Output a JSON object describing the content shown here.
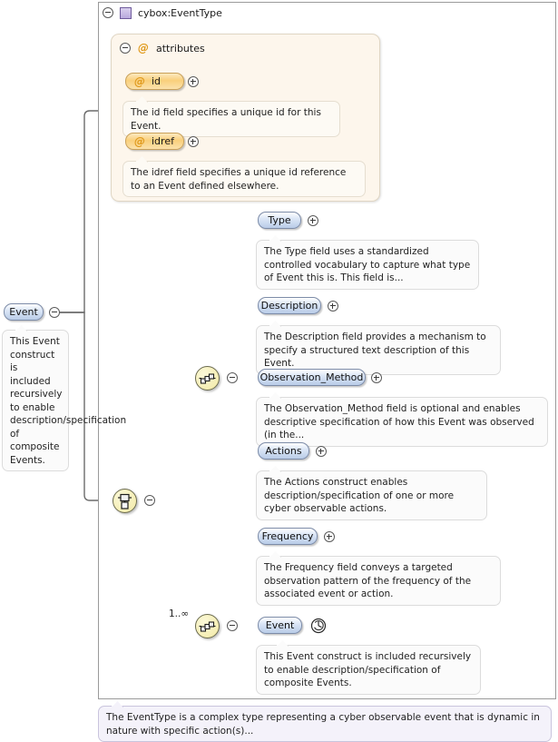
{
  "diagram": {
    "kind": "xsd-complextype-diagram",
    "root_type": {
      "name": "cybox:EventType",
      "icon": "complex-type-swatch-icon",
      "toggle": "collapse-icon"
    },
    "root_element": {
      "label": "Event",
      "toggle": "collapse-icon",
      "doc": "This Event construct is included recursively to enable description/specification of composite Events."
    },
    "attributes_group": {
      "label": "attributes",
      "icon": "at-sign-icon",
      "toggle": "collapse-icon",
      "items": [
        {
          "name": "id",
          "icon": "at-sign-icon",
          "toggle": "expand-icon",
          "doc": "The id field specifies a unique id for this Event."
        },
        {
          "name": "idref",
          "icon": "at-sign-icon",
          "toggle": "expand-icon",
          "doc": "The idref field specifies a unique id reference to an Event defined elsewhere."
        }
      ]
    },
    "compositors": [
      {
        "id": "choice-outer",
        "icon": "choice-compositor-icon",
        "toggle": "collapse-icon"
      },
      {
        "id": "sequence-upper",
        "icon": "sequence-compositor-icon",
        "toggle": "collapse-icon"
      },
      {
        "id": "sequence-lower",
        "icon": "sequence-compositor-icon",
        "toggle": "collapse-icon",
        "cardinality": "1..∞"
      }
    ],
    "elements": [
      {
        "name": "Type",
        "toggle": "expand-icon",
        "doc": "The Type field uses a standardized controlled vocabulary to capture what type of Event this is. This field is..."
      },
      {
        "name": "Description",
        "toggle": "expand-icon",
        "doc": "The Description field provides a mechanism to specify a structured text description of this Event."
      },
      {
        "name": "Observation_Method",
        "toggle": "expand-icon",
        "doc": "The Observation_Method field is optional and enables descriptive specification of how this Event was observed (in the..."
      },
      {
        "name": "Actions",
        "toggle": "expand-icon",
        "doc": "The Actions construct enables description/specification of one or more cyber observable actions."
      },
      {
        "name": "Frequency",
        "toggle": "expand-icon",
        "doc": "The Frequency field conveys a targeted observation pattern of the frequency of the associated event or action."
      },
      {
        "name": "Event",
        "toggle": "recursion-icon",
        "doc": "This Event construct is included recursively to enable description/specification of composite Events."
      }
    ],
    "footer_doc": "The EventType is a complex type representing a cyber observable event that is dynamic in nature with specific action(s)...",
    "colors": {
      "attribute_pill": "#f9cf7b",
      "element_pill": "#b9cce8",
      "compositor": "#f5eeb4",
      "type_swatch": "#b9a9dd",
      "doc_background": "#fbfbfb",
      "footer_background": "#f4f2fa",
      "line": "#6b6b6b"
    }
  }
}
